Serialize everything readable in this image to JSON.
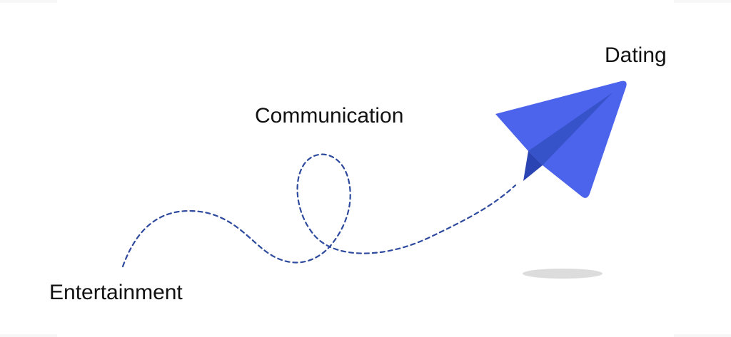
{
  "labels": {
    "entertainment": "Entertainment",
    "communication": "Communication",
    "dating": "Dating"
  },
  "colors": {
    "plane_main": "#4c63ec",
    "plane_fold": "#3653c9",
    "plane_dark": "#2b44b3",
    "path_dash": "#2e4a9e",
    "shadow": "#dcdcdc",
    "text": "#111111"
  },
  "icons": {
    "plane": "paper-plane-icon"
  }
}
